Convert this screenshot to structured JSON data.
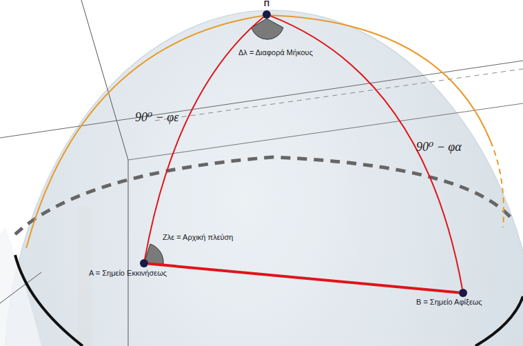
{
  "diagram": {
    "nodes": [
      {
        "text": [
          "Π"
        ]
      },
      {
        "text": [
          "A = Σημείο Εκκινήσεως"
        ]
      },
      {
        "text": [
          "B = Σημείο Αφίξεως"
        ]
      }
    ],
    "edges": [
      {
        "from": 0,
        "to": 1,
        "arrow": "none"
      },
      {
        "from": 0,
        "to": 2,
        "arrow": "none"
      },
      {
        "from": 1,
        "to": 2,
        "arrow": "none"
      }
    ],
    "labels": [
      "Δλ = Διαφορά Μήκους",
      "90⁰ − φε",
      "90⁰ − φα",
      "Ζλε = Αρχική πλεύση"
    ]
  }
}
